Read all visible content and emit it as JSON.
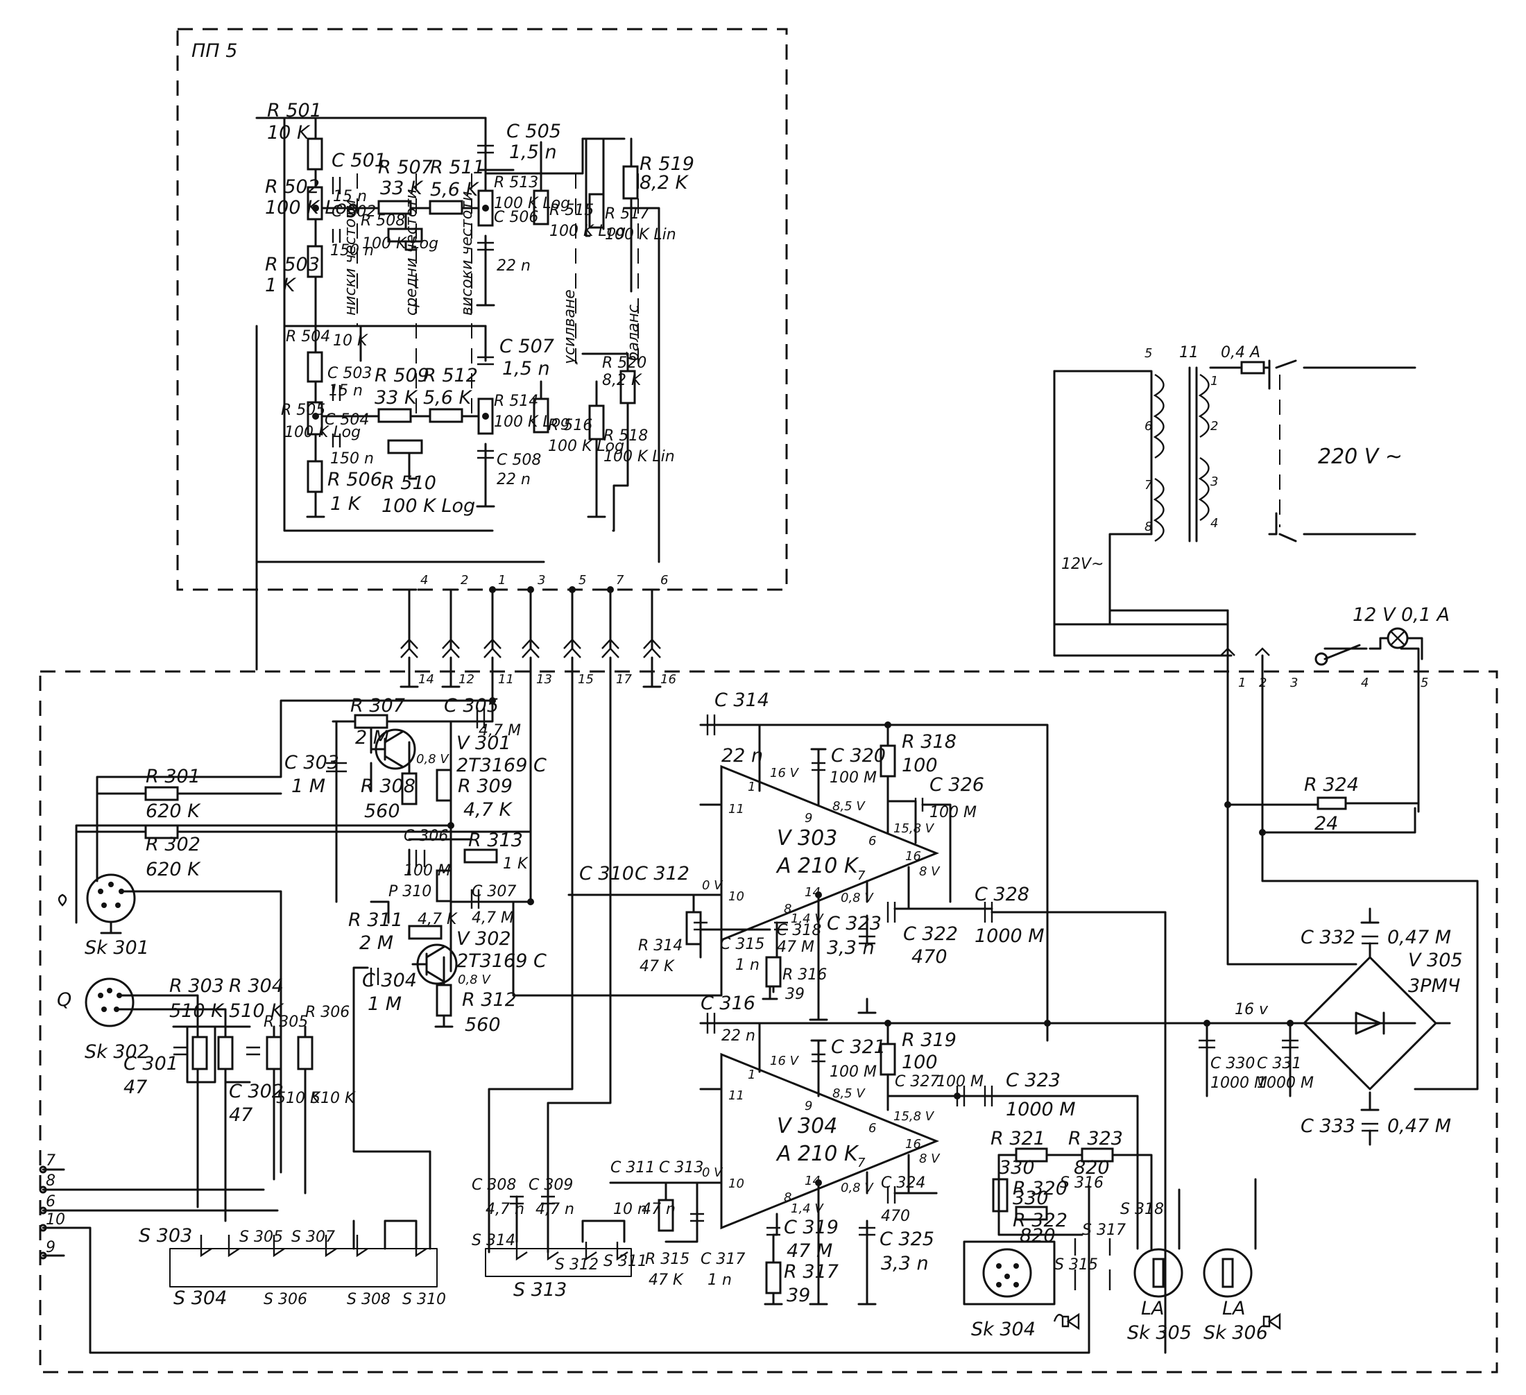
{
  "board_label": "ПП 5",
  "mains_label": "220 V ~",
  "transformer": {
    "primary_pins": [
      "1",
      "2",
      "3",
      "4"
    ],
    "secondary_pins": [
      "5",
      "6",
      "7",
      "8"
    ],
    "name": "11",
    "fuse": "0,4 A",
    "sec_voltage": "12V~"
  },
  "lamp": "12 V  0,1 A",
  "supply": {
    "rail": "16 v",
    "bridge": "V 305",
    "bridge_type": "3РМЧ"
  },
  "vertical_labels": [
    "ниски честоти",
    "средни честоти",
    "високи честоти",
    "усилване",
    "баланс"
  ],
  "connector_top": [
    "4",
    "2",
    "1",
    "3",
    "5",
    "7",
    "6"
  ],
  "connector_bottom": [
    "14",
    "12",
    "11",
    "13",
    "15",
    "17",
    "16"
  ],
  "connector_right": [
    "1",
    "2",
    "3",
    "4",
    "5"
  ],
  "side_pins": [
    "7",
    "8",
    "6",
    "10",
    "9"
  ],
  "sockets": [
    "Sk 301",
    "Sk 302",
    "Sk 304",
    "Sk 305",
    "Sk 306"
  ],
  "sk302_mark": "Q",
  "speakers": [
    "LA",
    "LA"
  ],
  "ic": [
    {
      "ref": "V 303",
      "type": "A 210 K"
    },
    {
      "ref": "V 304",
      "type": "A 210 K"
    }
  ],
  "ic_pins": [
    "1",
    "11",
    "9",
    "6",
    "7",
    "16",
    "10",
    "8",
    "14"
  ],
  "voltages": [
    "16 V",
    "8,5 V",
    "15,8 V",
    "8 V",
    "0,8 V",
    "1,4 V",
    "0 V"
  ],
  "transistors": [
    {
      "ref": "V 301",
      "type": "2T3169 C",
      "v": "0,8 V"
    },
    {
      "ref": "V 302",
      "type": "2T3169 C",
      "v": "0,8 V"
    }
  ],
  "components": [
    {
      "ref": "R 501",
      "val": "10 K"
    },
    {
      "ref": "R 502",
      "val": "100 K Log"
    },
    {
      "ref": "R 503",
      "val": "1 K"
    },
    {
      "ref": "C 501",
      "val": "15 n"
    },
    {
      "ref": "C 502",
      "val": "150 n"
    },
    {
      "ref": "R 507",
      "val": "33 K"
    },
    {
      "ref": "R 508",
      "val": "100 K Log"
    },
    {
      "ref": "R 511",
      "val": "5,6 K"
    },
    {
      "ref": "C 505",
      "val": "1,5 n"
    },
    {
      "ref": "R 513",
      "val": "100 K Log"
    },
    {
      "ref": "C 506",
      "val": "22 n"
    },
    {
      "ref": "R 515",
      "val": "100 K Log"
    },
    {
      "ref": "R 517",
      "val": "100 K Lin"
    },
    {
      "ref": "R 519",
      "val": "8,2 K"
    },
    {
      "ref": "R 504",
      "val": "10 K"
    },
    {
      "ref": "C 503",
      "val": "15 n"
    },
    {
      "ref": "R 505",
      "val": "100 K Log"
    },
    {
      "ref": "C 504",
      "val": "150 n"
    },
    {
      "ref": "R 506",
      "val": "1 K"
    },
    {
      "ref": "R 509",
      "val": "33 K"
    },
    {
      "ref": "R 510",
      "val": "100 K Log"
    },
    {
      "ref": "R 512",
      "val": "5,6 K"
    },
    {
      "ref": "C 507",
      "val": "1,5 n"
    },
    {
      "ref": "R 514",
      "val": "100 K Log"
    },
    {
      "ref": "C 508",
      "val": "22 n"
    },
    {
      "ref": "R 516",
      "val": "100 K Log"
    },
    {
      "ref": "R 518",
      "val": "100 K Lin"
    },
    {
      "ref": "R 520",
      "val": "8,2 K"
    },
    {
      "ref": "R 307",
      "val": "2 M"
    },
    {
      "ref": "C 305",
      "val": "4,7 M"
    },
    {
      "ref": "C 303",
      "val": "1 M"
    },
    {
      "ref": "R 308",
      "val": "560"
    },
    {
      "ref": "R 309",
      "val": "4,7 K"
    },
    {
      "ref": "R 301",
      "val": "620 K"
    },
    {
      "ref": "R 302",
      "val": "620 K"
    },
    {
      "ref": "C 306",
      "val": "100 M"
    },
    {
      "ref": "R 313",
      "val": "1 K"
    },
    {
      "ref": "P 310",
      "val": "4,7 K"
    },
    {
      "ref": "C 307",
      "val": "4,7 M"
    },
    {
      "ref": "R 311",
      "val": "2 M"
    },
    {
      "ref": "C 304",
      "val": "1 M"
    },
    {
      "ref": "R 312",
      "val": "560"
    },
    {
      "ref": "R 303",
      "val": "510 K"
    },
    {
      "ref": "R 304",
      "val": "510 K"
    },
    {
      "ref": "C 301",
      "val": "47"
    },
    {
      "ref": "C 302",
      "val": "47"
    },
    {
      "ref": "R 305",
      "val": "510 K"
    },
    {
      "ref": "R 306",
      "val": "510 K"
    },
    {
      "ref": "C 314",
      "val": "22 n"
    },
    {
      "ref": "C 320",
      "val": "100 M"
    },
    {
      "ref": "R 318",
      "val": "100"
    },
    {
      "ref": "C 326",
      "val": "100 M"
    },
    {
      "ref": "C 310",
      "val": ""
    },
    {
      "ref": "C 312",
      "val": ""
    },
    {
      "ref": "R 314",
      "val": "47 K"
    },
    {
      "ref": "C 315",
      "val": "1 n"
    },
    {
      "ref": "C 318",
      "val": "47 M"
    },
    {
      "ref": "R 316",
      "val": "39"
    },
    {
      "ref": "C 323",
      "val": "3,3 n"
    },
    {
      "ref": "C 322",
      "val": "470"
    },
    {
      "ref": "C 328",
      "val": "1000 M"
    },
    {
      "ref": "C 316",
      "val": "22 n"
    },
    {
      "ref": "C 321",
      "val": "100 M"
    },
    {
      "ref": "R 319",
      "val": "100"
    },
    {
      "ref": "C 327",
      "val": "100 M"
    },
    {
      "ref": "C 323",
      "val": "1000 M"
    },
    {
      "ref": "C 311",
      "val": "10 n"
    },
    {
      "ref": "C 313",
      "val": "47 n"
    },
    {
      "ref": "R 315",
      "val": "47 K"
    },
    {
      "ref": "C 317",
      "val": "1 n"
    },
    {
      "ref": "C 319",
      "val": "47 M"
    },
    {
      "ref": "R 317",
      "val": "39"
    },
    {
      "ref": "C 324",
      "val": "470"
    },
    {
      "ref": "C 325",
      "val": "3,3 n"
    },
    {
      "ref": "R 321",
      "val": "330"
    },
    {
      "ref": "R 323",
      "val": "820"
    },
    {
      "ref": "R 320",
      "val": "330"
    },
    {
      "ref": "R 322",
      "val": "820"
    },
    {
      "ref": "C 308",
      "val": "4,7 n"
    },
    {
      "ref": "C 309",
      "val": "4,7 n"
    },
    {
      "ref": "R 324",
      "val": "24"
    },
    {
      "ref": "C 330",
      "val": "1000 M"
    },
    {
      "ref": "C 331",
      "val": "1000 M"
    },
    {
      "ref": "C 332",
      "val": "0,47 M"
    },
    {
      "ref": "C 333",
      "val": "0,47 M"
    }
  ],
  "switches": [
    "S 303",
    "S 304",
    "S 305",
    "S 306",
    "S 307",
    "S 308",
    "S 310",
    "S 311",
    "S 312",
    "S 313",
    "S 314",
    "S 315",
    "S 316",
    "S 317",
    "S 318"
  ]
}
